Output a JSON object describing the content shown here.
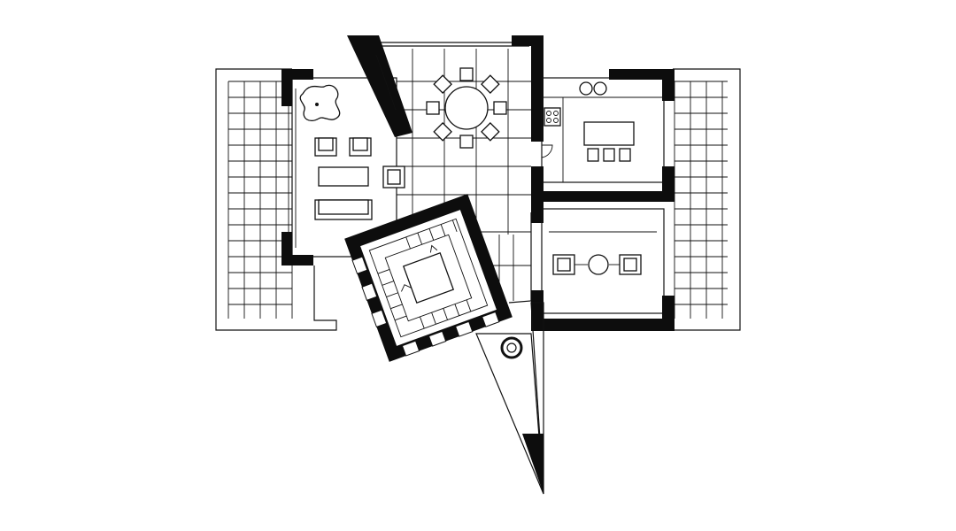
{
  "drawing": {
    "type": "architectural-floor-plan",
    "colors": {
      "line": "#111111",
      "wall": "#0d0d0d",
      "background": "#ffffff"
    },
    "rooms": [
      "left-terrace",
      "living-area",
      "dining-area",
      "kitchen",
      "study",
      "right-terrace",
      "rotated-stair-tower",
      "triangular-entry-wedge"
    ],
    "furniture_icons": [
      "plant-icon",
      "armchair-icon",
      "sofa-icon",
      "coffee-table-icon",
      "round-dining-table-icon",
      "dining-chair-icon",
      "kitchen-island-icon",
      "bar-stool-icon",
      "sink-icon",
      "cooktop-icon",
      "round-side-table-icon",
      "circular-column-icon"
    ]
  }
}
